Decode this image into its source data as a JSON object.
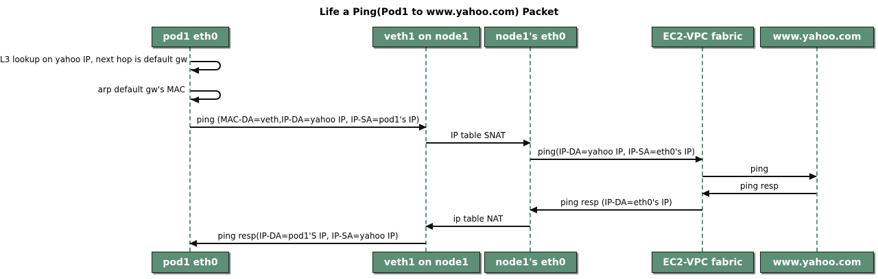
{
  "title": "Life a Ping(Pod1 to www.yahoo.com) Packet",
  "colors": {
    "participant_fill": "#5D8E76",
    "participant_border": "#16281F",
    "participant_text": "#FFFFFF",
    "lifeline": "#5F9478",
    "arrow": "#111111",
    "text": "#000000",
    "background": "#FFFFFF"
  },
  "participants": [
    {
      "label": "pod1 eth0"
    },
    {
      "label": "veth1 on node1"
    },
    {
      "label": "node1's eth0"
    },
    {
      "label": "EC2-VPC fabric"
    },
    {
      "label": "www.yahoo.com"
    }
  ],
  "self_messages": [
    {
      "participant": "pod1 eth0",
      "label": "L3 lookup on yahoo IP, next hop is default gw"
    },
    {
      "participant": "pod1 eth0",
      "label": "arp default gw's MAC"
    }
  ],
  "messages": [
    {
      "from": "pod1 eth0",
      "to": "veth1 on node1",
      "direction": "right",
      "label": "ping (MAC-DA=veth,IP-DA=yahoo IP, IP-SA=pod1's IP)"
    },
    {
      "from": "veth1 on node1",
      "to": "node1's eth0",
      "direction": "right",
      "label": "IP table SNAT"
    },
    {
      "from": "node1's eth0",
      "to": "EC2-VPC fabric",
      "direction": "right",
      "label": "ping(IP-DA=yahoo IP, IP-SA=eth0's IP)"
    },
    {
      "from": "EC2-VPC fabric",
      "to": "www.yahoo.com",
      "direction": "right",
      "label": "ping"
    },
    {
      "from": "www.yahoo.com",
      "to": "EC2-VPC fabric",
      "direction": "left",
      "label": "ping resp"
    },
    {
      "from": "EC2-VPC fabric",
      "to": "node1's eth0",
      "direction": "left",
      "label": "ping resp (IP-DA=eth0's IP)"
    },
    {
      "from": "node1's eth0",
      "to": "veth1 on node1",
      "direction": "left",
      "label": "ip table NAT"
    },
    {
      "from": "veth1 on node1",
      "to": "pod1 eth0",
      "direction": "left",
      "label": "ping resp(IP-DA=pod1'S IP, IP-SA=yahoo IP)"
    }
  ]
}
